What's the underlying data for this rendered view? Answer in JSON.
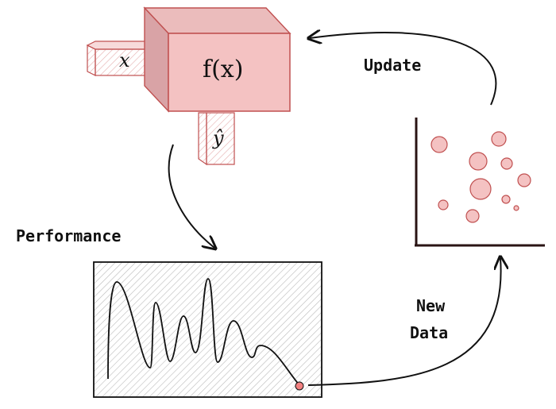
{
  "model": {
    "function_label": "f(x)",
    "input_label": "x",
    "output_label": "ŷ"
  },
  "labels": {
    "update": "Update",
    "performance": "Performance",
    "new_data_line1": "New",
    "new_data_line2": "Data"
  },
  "colors": {
    "box_front": "#f4c2c2",
    "box_side": "#e0aaaa",
    "box_top": "#ebbcbc",
    "stroke_red": "#c05050",
    "point": "#f28080",
    "ink": "#111111"
  }
}
